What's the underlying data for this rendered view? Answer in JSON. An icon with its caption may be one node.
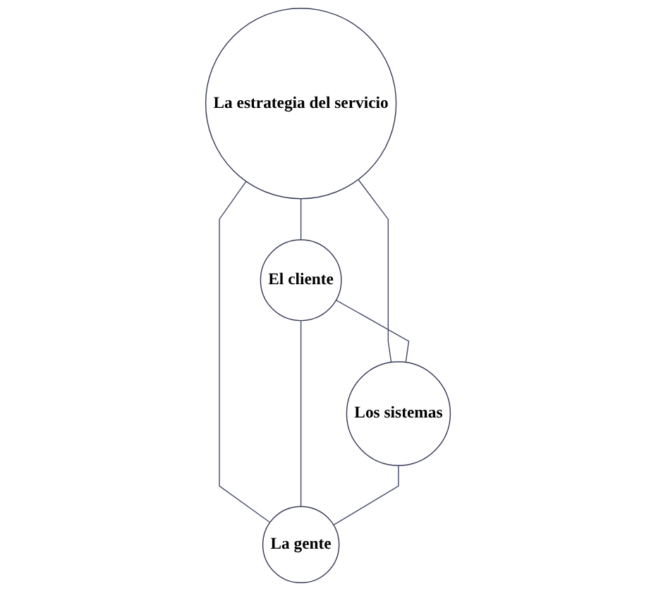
{
  "diagram": {
    "nodes": [
      {
        "text": [
          "La estrategia del servicio"
        ]
      },
      {
        "text": [
          "El cliente"
        ]
      },
      {
        "text": [
          "Los sistemas"
        ]
      },
      {
        "text": [
          "La gente"
        ]
      }
    ],
    "edges": [
      {
        "from": 0,
        "to": 1,
        "arrow": "none"
      },
      {
        "from": 0,
        "to": 2,
        "arrow": "none"
      },
      {
        "from": 0,
        "to": 3,
        "arrow": "none"
      },
      {
        "from": 1,
        "to": 2,
        "arrow": "none"
      },
      {
        "from": 1,
        "to": 3,
        "arrow": "none"
      },
      {
        "from": 2,
        "to": 3,
        "arrow": "none"
      }
    ]
  }
}
